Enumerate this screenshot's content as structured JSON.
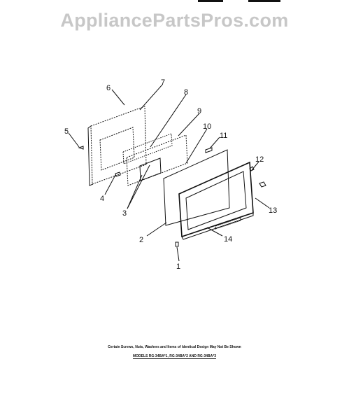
{
  "watermark": "AppliancePartsPros.com",
  "callouts": [
    "1",
    "2",
    "3",
    "4",
    "5",
    "6",
    "7",
    "8",
    "9",
    "10",
    "11",
    "12",
    "13",
    "14"
  ],
  "footer": {
    "note": "Certain Screws, Nuts, Washers and Items of Identical Design May Not Be Shown",
    "models": "MODELS RG-34BA*1, RG-34BA*2 AND RG-34BA*3"
  }
}
